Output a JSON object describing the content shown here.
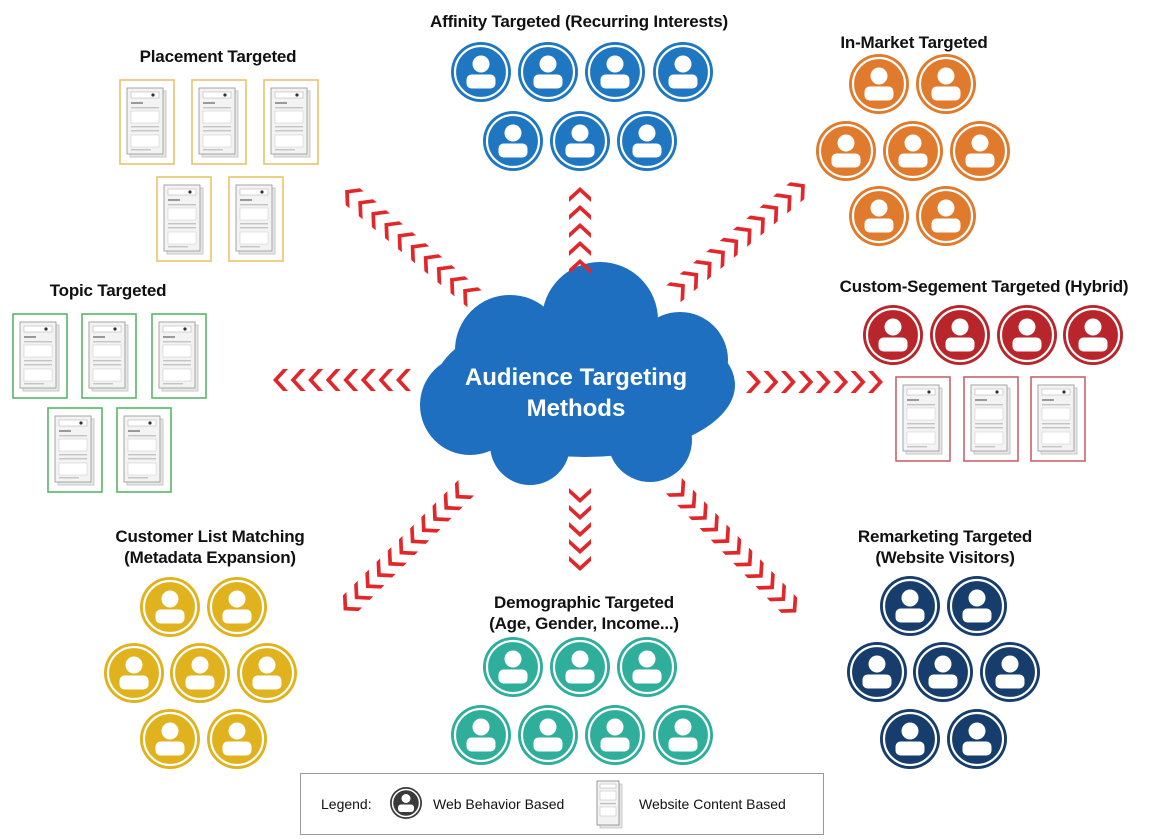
{
  "center": {
    "line1": "Audience Targeting",
    "line2": "Methods"
  },
  "colors": {
    "affinity": "#1f77c2",
    "in_market": "#e07a2c",
    "custom_segment": "#b8262c",
    "remarketing": "#163d6c",
    "demographic": "#2fae9c",
    "customer_list": "#e0b21e",
    "placement_border": "#e8c46a",
    "topic_border": "#5ab56b",
    "custom_doc_border": "#c9646a",
    "cloud": "#1f6fc0",
    "arrow": "#e2272b"
  },
  "groups": {
    "placement": {
      "title": "Placement Targeted",
      "type": "content",
      "count": 5
    },
    "affinity": {
      "title": "Affinity Targeted (Recurring Interests)",
      "type": "behavior",
      "count": 7
    },
    "in_market": {
      "title": "In-Market Targeted",
      "type": "behavior",
      "count": 7
    },
    "topic": {
      "title": "Topic Targeted",
      "type": "content",
      "count": 5
    },
    "custom_segment": {
      "title": "Custom-Segement Targeted (Hybrid)",
      "type": "hybrid",
      "behavior_count": 4,
      "content_count": 3
    },
    "customer_list": {
      "line1": "Customer List Matching",
      "line2": "(Metadata Expansion)",
      "type": "behavior",
      "count": 7
    },
    "demographic": {
      "line1": "Demographic Targeted",
      "line2": "(Age, Gender, Income...)",
      "type": "behavior",
      "count": 7
    },
    "remarketing": {
      "line1": "Remarketing Targeted",
      "line2": "(Website Visitors)",
      "type": "behavior",
      "count": 7
    }
  },
  "legend": {
    "title": "Legend:",
    "behavior_label": "Web Behavior Based",
    "content_label": "Website Content Based"
  }
}
